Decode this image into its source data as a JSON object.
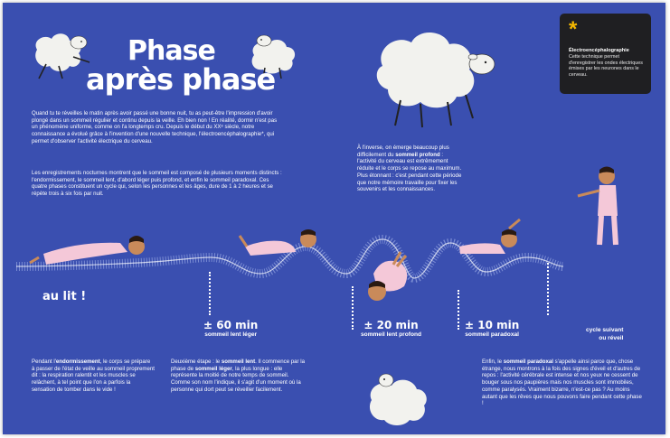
{
  "title": {
    "line1": "Phase",
    "line2": "après phase"
  },
  "intro": {
    "p1": "Quand tu te réveilles le matin après avoir passé une bonne nuit, tu as peut-être l'impression d'avoir plongé dans un sommeil régulier et continu depuis la veille. Eh bien non ! En réalité, dormir n'est pas un phénomène uniforme, comme on l'a longtemps cru. Depuis le début du XXᵉ siècle, notre connaissance a évolué grâce à l'invention d'une nouvelle technique, l'électroencéphalographie*, qui permet d'observer l'activité électrique du cerveau.",
    "p2": "Les enregistrements nocturnes montrent que le sommeil est composé de plusieurs moments distincts : l'endormissement, le sommeil lent, d'abord léger puis profond, et enfin le sommeil paradoxal. Ces quatre phases constituent un cycle qui, selon les personnes et les âges, dure de 1 à 2 heures et se répète trois à six fois par nuit."
  },
  "glossary": {
    "star": "*",
    "term": "Électroencéphalographie",
    "definition": "Cette technique permet d'enregistrer les ondes électriques émises par les neurones dans le cerveau."
  },
  "deep_sleep_note": {
    "a": "À l'inverse, on émerge beaucoup plus difficilement du ",
    "b": "sommeil profond",
    "c": " : l'activité du cerveau est extrêmement réduite et le corps se repose au maximum. Plus étonnant : c'est pendant cette période que notre mémoire travaille pour fixer les souvenirs et les connaissances."
  },
  "stages": {
    "au_lit": "au lit !",
    "light": {
      "duration": "± 60 min",
      "label": "sommeil lent léger"
    },
    "deep": {
      "duration": "± 20 min",
      "label": "sommeil lent profond"
    },
    "rem": {
      "duration": "± 10 min",
      "label": "sommeil paradoxal"
    },
    "next": {
      "line1": "cycle suivant",
      "line2": "ou réveil"
    }
  },
  "bottom": {
    "col1": {
      "a": "Pendant l'",
      "b": "endormissement",
      "c": ", le corps se prépare à passer de l'état de veille au sommeil proprement dit : la respiration ralentit et les muscles se relâchent, à tel point que l'on a parfois la sensation de tomber dans le vide !"
    },
    "col2": {
      "a": "Deuxième étape : le ",
      "b": "sommeil lent",
      "c": ". Il commence par la phase de ",
      "d": "sommeil léger",
      "e": ", la plus longue : elle représente la moitié de notre temps de sommeil. Comme son nom l'indique, il s'agit d'un moment où la personne qui dort peut se réveiller facilement."
    },
    "col3": {
      "a": "Enfin, le ",
      "b": "sommeil paradoxal",
      "c": " s'appelle ainsi parce que, chose étrange, nous montrons à la fois des signes d'éveil et d'autres de repos : l'activité cérébrale est intense et nos yeux ne cessent de bouger sous nos paupières mais nos muscles sont immobiles, comme paralysés. Vraiment bizarre, n'est-ce pas ? Au moins autant que les rêves que nous pouvons faire pendant cette phase !"
    }
  },
  "colors": {
    "background": "#3a4fb0",
    "box": "#1f1f22",
    "star": "#f5b800",
    "sheep": "#f2f2ee",
    "skin": "#c98a5a",
    "pajama": "#f4c8d8"
  }
}
